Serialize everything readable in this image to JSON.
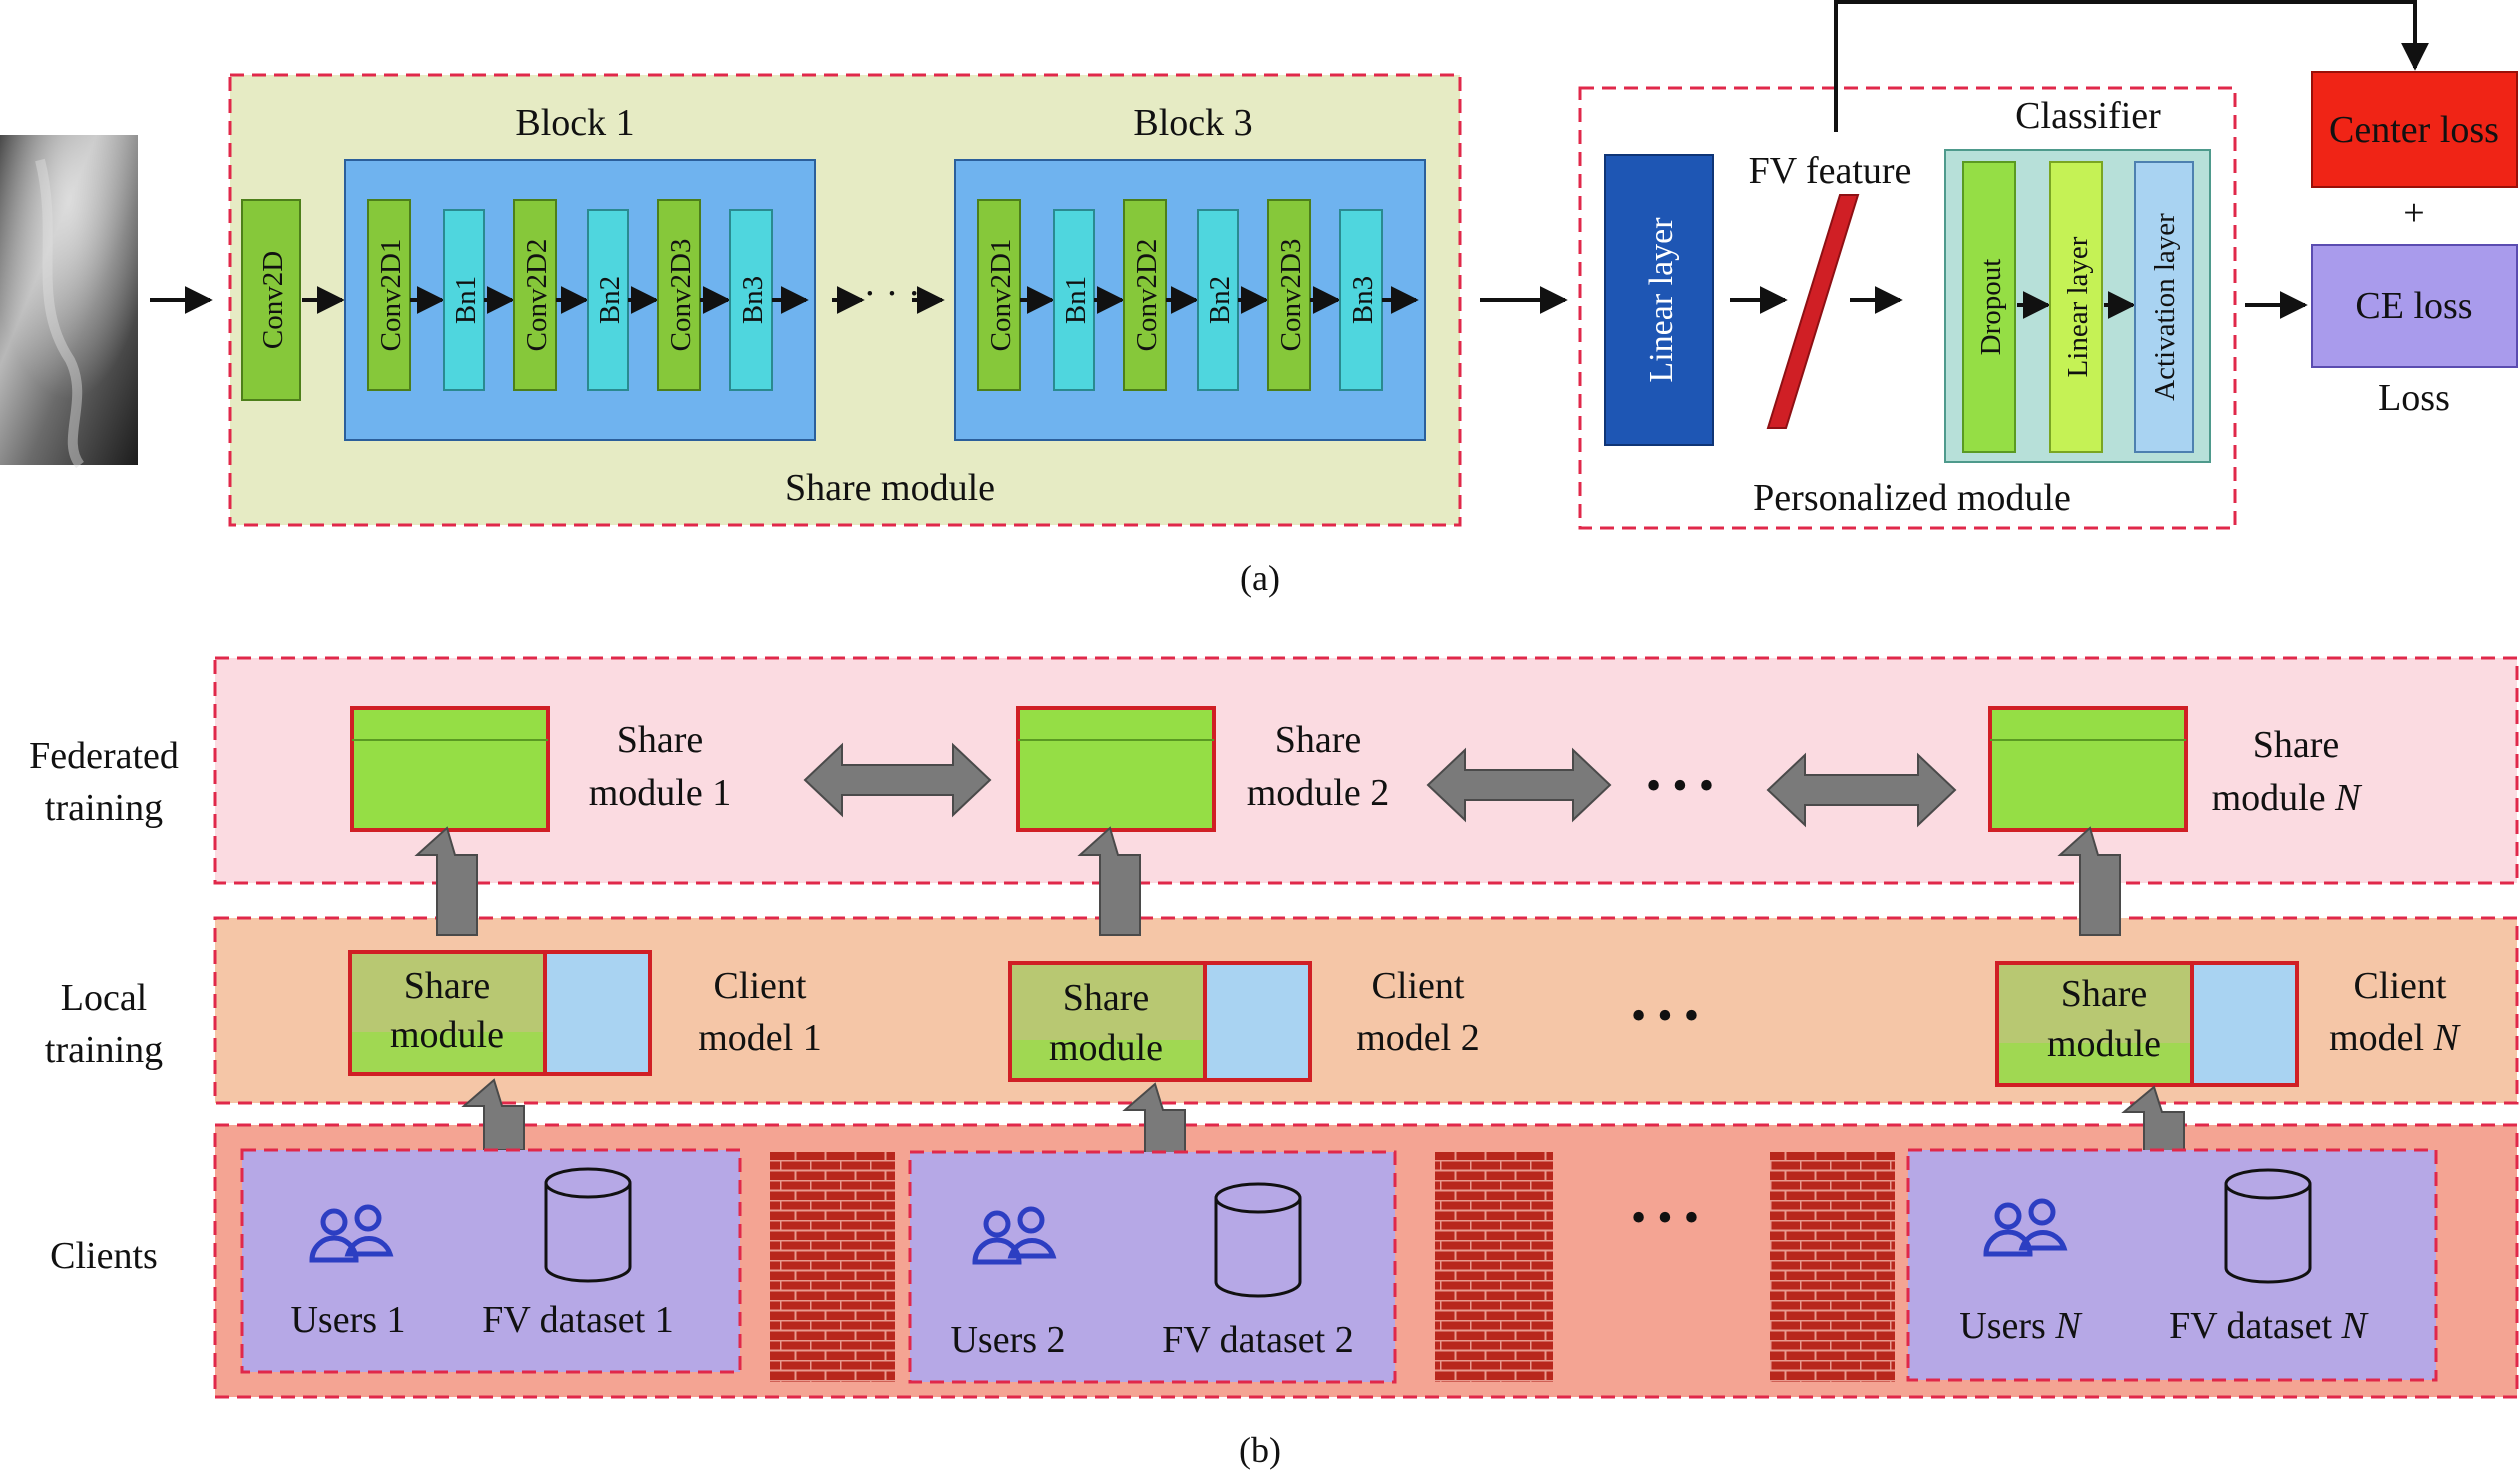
{
  "colors": {
    "share_bg": "#e6ebc4",
    "block_blue": "#6fb3ef",
    "layer_green": "#86c83a",
    "layer_cyan": "#4fd6de",
    "linear_dark": "#1e56b4",
    "fv_red": "#d01f25",
    "classifier_bg": "#b7e0d9",
    "center_loss": "#f02416",
    "ce_loss": "#a99bec",
    "fed_band": "#fbdbe1",
    "local_band": "#f5c6a7",
    "clients_band": "#f4a493",
    "client_box": "#b6a8e6",
    "module_green": "#95de45",
    "client_blue": "#a9d3f2",
    "dash_red": "#e0284a",
    "arrow_gray": "#7a7a7a",
    "user_icon": "#2c3ec2",
    "brick": "#b8271c"
  },
  "part_a": {
    "caption": "(a)",
    "block1_title": "Block 1",
    "block3_title": "Block 3",
    "conv2d": "Conv2D",
    "conv2d1": "Conv2D1",
    "bn1": "Bn1",
    "conv2d2": "Conv2D2",
    "bn2": "Bn2",
    "conv2d3": "Conv2D3",
    "bn3": "Bn3",
    "ellipsis": "· · ·",
    "share_module": "Share module",
    "linear_layer": "Linear layer",
    "fv_feature": "FV feature",
    "classifier": "Classifier",
    "dropout": "Dropout",
    "classifier_linear": "Linear layer",
    "activation": "Activation layer",
    "personalized_module": "Personalized module",
    "center_loss": "Center loss",
    "plus": "+",
    "ce_loss": "CE loss",
    "loss": "Loss"
  },
  "part_b": {
    "caption": "(b)",
    "row_federated": [
      "Federated",
      "training"
    ],
    "row_local": [
      "Local",
      "training"
    ],
    "row_clients": "Clients",
    "share_module_1": [
      "Share",
      "module 1"
    ],
    "share_module_2": [
      "Share",
      "module 2"
    ],
    "share_module_n": [
      "Share",
      "module "
    ],
    "n": "N",
    "dots": "• • •",
    "client_share": [
      "Share",
      "module"
    ],
    "client_model_1": [
      "Client",
      "model 1"
    ],
    "client_model_2": [
      "Client",
      "model 2"
    ],
    "client_model_n": [
      "Client",
      "model "
    ],
    "users_1": "Users 1",
    "users_2": "Users 2",
    "users_n": "Users ",
    "dataset_1": "FV dataset 1",
    "dataset_2": "FV dataset 2",
    "dataset_n": "FV dataset "
  }
}
